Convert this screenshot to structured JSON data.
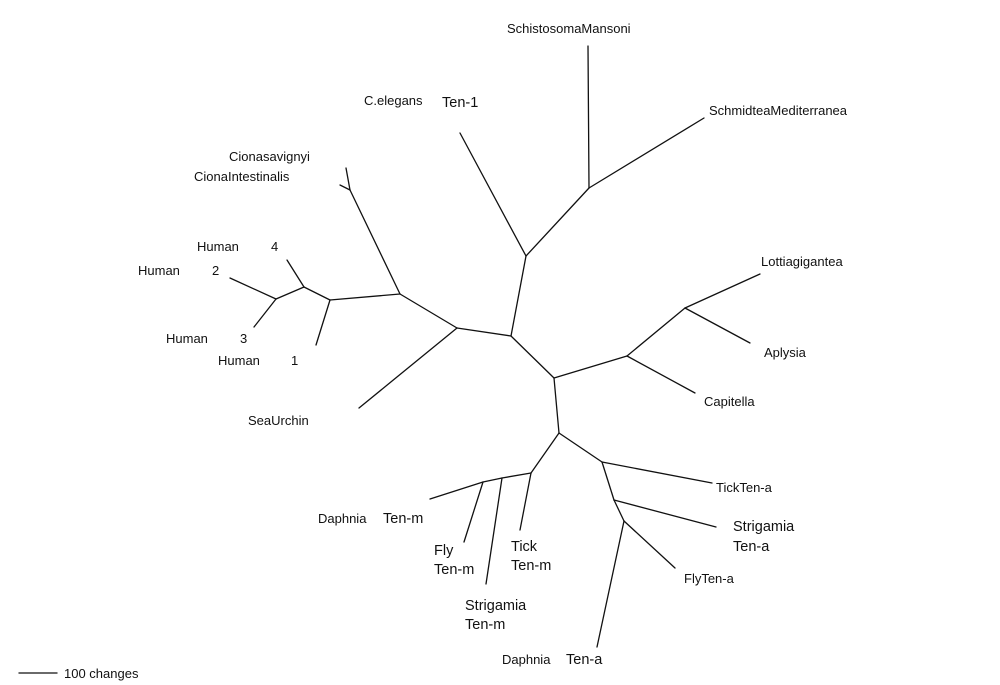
{
  "labels": {
    "schistosoma": "SchistosomaMansoni",
    "schmidtea": "SchmidteaMediterranea",
    "celegans": "C.elegans",
    "ten1": "Ten-1",
    "cionasav": "Cionasavignyi",
    "cionaint": "CionaIntestinalis",
    "human4_name": "Human",
    "human4_num": "4",
    "human2_name": "Human",
    "human2_num": "2",
    "human3_name": "Human",
    "human3_num": "3",
    "human1_name": "Human",
    "human1_num": "1",
    "seaurchin": "SeaUrchin",
    "lottia": "Lottiagigantea",
    "aplysia": "Aplysia",
    "capitella": "Capitella",
    "tick_ten_a": "TickTen-a",
    "strigamia_a_1": "Strigamia",
    "strigamia_a_2": "Ten-a",
    "fly_ten_a": "FlyTen-a",
    "daphnia_a_name": "Daphnia",
    "daphnia_a_ten": "Ten-a",
    "daphnia_m_name": "Daphnia",
    "daphnia_m_ten": "Ten-m",
    "fly_m_1": "Fly",
    "fly_m_2": "Ten-m",
    "tick_m_1": "Tick",
    "tick_m_2": "Ten-m",
    "strigamia_m_1": "Strigamia",
    "strigamia_m_2": "Ten-m"
  },
  "scale_bar": {
    "label": "100 changes"
  }
}
